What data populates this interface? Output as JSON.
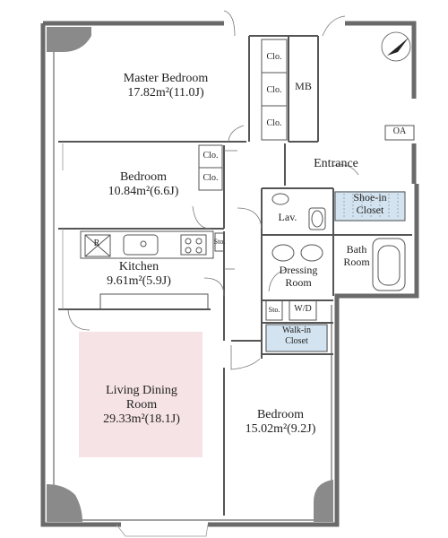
{
  "rooms": {
    "master_bedroom": {
      "name": "Master Bedroom",
      "area": "17.82m²(11.0J)"
    },
    "bedroom_1": {
      "name": "Bedroom",
      "area": "10.84m²(6.6J)"
    },
    "kitchen": {
      "name": "Kitchen",
      "area": "9.61m²(5.9J)"
    },
    "living_dining": {
      "name_line1": "Living Dining",
      "name_line2": "Room",
      "area": "29.33m²(18.1J)"
    },
    "bedroom_2": {
      "name": "Bedroom",
      "area": "15.02m²(9.2J)"
    },
    "entrance": "Entrance",
    "lavatory": "Lav.",
    "shoe_in_closet": {
      "line1": "Shoe-in",
      "line2": "Closet"
    },
    "bath_room": {
      "line1": "Bath",
      "line2": "Room"
    },
    "dressing_room": {
      "line1": "Dressing",
      "line2": "Room"
    },
    "walk_in_closet": {
      "line1": "Walk-in",
      "line2": "Closet"
    },
    "mb": "MB",
    "oa": "OA"
  },
  "closets": [
    "Clo.",
    "Clo.",
    "Clo.",
    "Clo.",
    "Clo."
  ],
  "storage": [
    "Sto.",
    "Sto."
  ],
  "washer_dryer": "W/D",
  "refrigerator": "R",
  "compass_icon": "north-arrow-icon",
  "colors": {
    "wall": "#6a6a6a",
    "living_highlight": "#f6e3e5",
    "closet_blue": "#d3e3ef",
    "line": "#555555"
  }
}
